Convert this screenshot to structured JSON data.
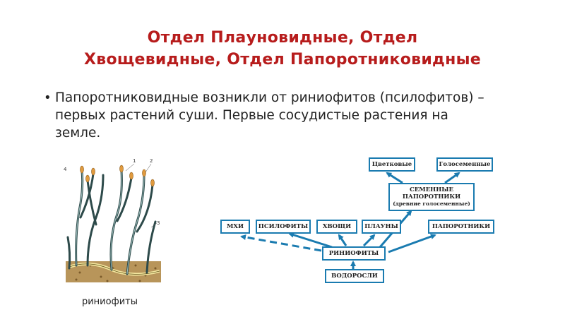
{
  "title": {
    "line1": "Отдел Плауновидные, Отдел",
    "line2": "Хвощевидные, Отдел Папоротниковидные"
  },
  "bullet": {
    "text": "Папоротниковидные  возникли от риниофитов (псилофитов) – первых растений суши. Первые сосудистые растения на земле."
  },
  "figure": {
    "caption": "риниофиты",
    "labels": [
      "1",
      "2",
      "3",
      "4"
    ]
  },
  "diagram": {
    "nodes": {
      "tsvetkovye": "Цветковые",
      "golosemennye": "Голосеменные",
      "semennye_line1": "СЕМЕННЫЕ",
      "semennye_line2": "ПАПОРОТНИКИ",
      "semennye_line3": "(древние голосеменные)",
      "mkhi": "МХИ",
      "psilofity": "ПСИЛОФИТЫ",
      "khvoshchi": "ХВОЩИ",
      "plauny": "ПЛАУНЫ",
      "paporotniki": "ПАПОРОТНИКИ",
      "riniofity": "РИНИОФИТЫ",
      "vodorosli": "ВОДОРОСЛИ"
    },
    "colors": {
      "arrow": "#1a7bb0",
      "box_border": "#1a7bb0"
    }
  }
}
